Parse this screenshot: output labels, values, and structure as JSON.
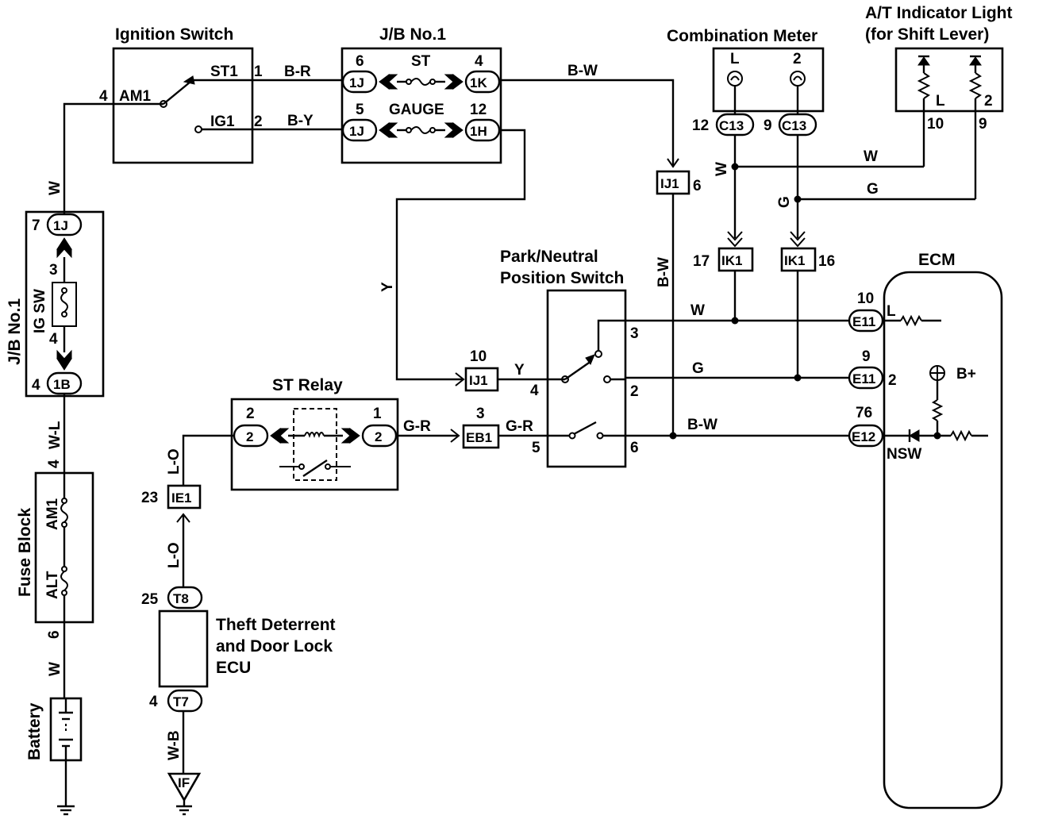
{
  "components": {
    "ignition_switch": {
      "title": "Ignition Switch",
      "am1": "AM1",
      "st1": "ST1",
      "ig1": "IG1",
      "pin4": "4",
      "pin1": "1",
      "pin2": "2"
    },
    "jb1_top": {
      "title": "J/B No.1",
      "st": "ST",
      "gauge": "GAUGE",
      "pin6": "6",
      "pin4": "4",
      "pin5": "5",
      "pin12": "12",
      "conn_1j": "1J",
      "conn_1k": "1K",
      "conn_1h": "1H"
    },
    "jb1_left": {
      "title": "J/B No.1",
      "fuse": "IG SW",
      "pin7": "7",
      "pin3": "3",
      "pin4a": "4",
      "pin4b": "4",
      "conn_1j": "1J",
      "conn_1b": "1B"
    },
    "fuse_block": {
      "title": "Fuse Block",
      "am1": "AM1",
      "alt": "ALT",
      "pin4": "4",
      "pin6": "6"
    },
    "battery": {
      "title": "Battery"
    },
    "combination_meter": {
      "title": "Combination Meter",
      "pin_l": "L",
      "pin_2": "2",
      "conn_left": "C13",
      "conn_right": "C13",
      "pin12": "12",
      "pin9": "9"
    },
    "at_indicator": {
      "title_line1": "A/T Indicator Light",
      "title_line2": "(for Shift Lever)",
      "pin_l": "L",
      "pin_2": "2",
      "pin10": "10",
      "pin9": "9"
    },
    "park_neutral": {
      "title_line1": "Park/Neutral",
      "title_line2": "Position Switch",
      "pin3": "3",
      "pin2": "2",
      "pin4": "4",
      "pin5": "5",
      "pin6": "6"
    },
    "st_relay": {
      "title": "ST Relay",
      "pin2": "2",
      "pin1": "1",
      "conn2a": "2",
      "conn2b": "2"
    },
    "ecm": {
      "title": "ECM",
      "pin10": "10",
      "pin9": "9",
      "pin76": "76",
      "conn_e11a": "E11",
      "conn_e11b": "E11",
      "conn_e12": "E12",
      "label_l": "L",
      "label_2": "2",
      "label_nsw": "NSW",
      "label_bplus": "B+"
    },
    "theft_ecu": {
      "line1": "Theft Deterrent",
      "line2": "and Door Lock",
      "line3": "ECU",
      "conn_t8": "T8",
      "conn_t7": "T7",
      "pin25": "25",
      "pin4": "4"
    }
  },
  "connectors": {
    "ij1_top": {
      "label": "IJ1",
      "pin": "6"
    },
    "ik1_left": {
      "label": "IK1",
      "pin": "17"
    },
    "ik1_right": {
      "label": "IK1",
      "pin": "16"
    },
    "ij1_mid": {
      "label": "IJ1",
      "pin": "10"
    },
    "eb1": {
      "label": "EB1",
      "pin": "3"
    },
    "ie1": {
      "label": "IE1",
      "pin": "23"
    },
    "ground_if": {
      "label": "IF"
    }
  },
  "wires": {
    "w_vertical": "W",
    "br": "B-R",
    "by": "B-Y",
    "bw_top": "B-W",
    "bw_vertical": "B-W",
    "y_vertical": "Y",
    "y_short": "Y",
    "w_meter_vert": "W",
    "w_meter_horiz": "W",
    "g_meter_vert": "G",
    "g_meter_horiz": "G",
    "w_ecm": "W",
    "g_ecm": "G",
    "bw_ecm": "B-W",
    "gr_left": "G-R",
    "gr_right": "G-R",
    "lo_top": "L-O",
    "lo_bottom": "L-O",
    "wl": "W-L",
    "w_bottom": "W",
    "wb": "W-B"
  }
}
